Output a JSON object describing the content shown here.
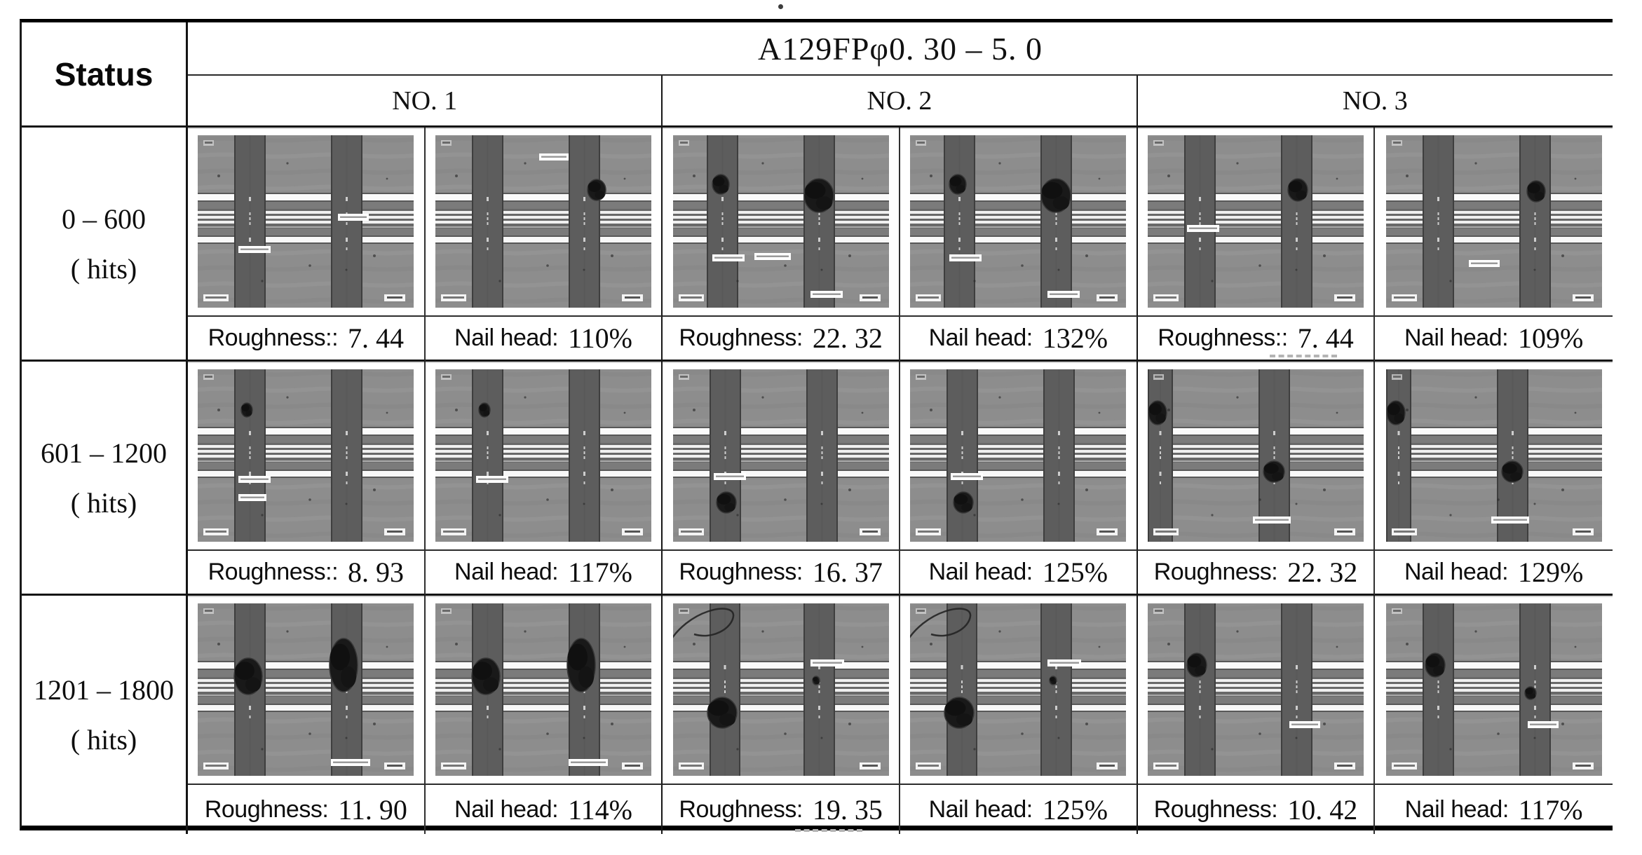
{
  "colors": {
    "ink": "#111111",
    "rule": "#141414",
    "micrograph_bg": "#8d8d8d",
    "micrograph_bar": "#5d5d5d",
    "micrograph_blob": "#191919"
  },
  "page": {
    "stray_dot": "."
  },
  "table": {
    "status_header": "Status",
    "title": "A129FPφ0. 30 – 5. 0",
    "groups": [
      {
        "label": "NO. 1"
      },
      {
        "label": "NO. 2"
      },
      {
        "label": "NO. 3"
      }
    ],
    "rows": [
      {
        "range": "0 – 600",
        "unit": "( hits)",
        "cells": [
          {
            "metric": "Roughness::",
            "value": "7. 44",
            "image": {
              "bars": [
                [
                  52,
                  45
                ],
                [
                  190,
                  45
                ]
              ],
              "blobs": [],
              "labels": [
                [
                  58,
                  158,
                  46
                ],
                [
                  200,
                  112,
                  44
                ]
              ],
              "scratch": false
            }
          },
          {
            "metric": "Nail head:",
            "value": "110%",
            "image": {
              "bars": [
                [
                  52,
                  45
                ],
                [
                  190,
                  45
                ]
              ],
              "blobs": [
                [
                  230,
                  78,
                  13,
                  15
                ]
              ],
              "labels": [
                [
                  148,
                  26,
                  42
                ]
              ],
              "scratch": false
            }
          },
          {
            "metric": "Roughness:",
            "value": "22. 32",
            "image": {
              "bars": [
                [
                  48,
                  45
                ],
                [
                  186,
                  45
                ]
              ],
              "blobs": [
                [
                  68,
                  70,
                  12,
                  14
                ],
                [
                  208,
                  86,
                  21,
                  24
                ]
              ],
              "labels": [
                [
                  56,
                  170,
                  46
                ],
                [
                  116,
                  168,
                  52
                ],
                [
                  196,
                  222,
                  46
                ]
              ],
              "scratch": false
            }
          },
          {
            "metric": "Nail head:",
            "value": "132%",
            "image": {
              "bars": [
                [
                  48,
                  45
                ],
                [
                  186,
                  45
                ]
              ],
              "blobs": [
                [
                  68,
                  70,
                  12,
                  14
                ],
                [
                  208,
                  86,
                  21,
                  24
                ]
              ],
              "labels": [
                [
                  56,
                  170,
                  46
                ],
                [
                  196,
                  222,
                  46
                ]
              ],
              "scratch": false
            }
          },
          {
            "metric": "Roughness::",
            "value": "7. 44",
            "artifact": true,
            "image": {
              "bars": [
                [
                  52,
                  45
                ],
                [
                  190,
                  45
                ]
              ],
              "blobs": [
                [
                  214,
                  78,
                  14,
                  16
                ]
              ],
              "labels": [
                [
                  56,
                  128,
                  46
                ]
              ],
              "scratch": false
            }
          },
          {
            "metric": "Nail head:",
            "value": "109%",
            "image": {
              "bars": [
                [
                  52,
                  45
                ],
                [
                  190,
                  45
                ]
              ],
              "blobs": [
                [
                  214,
                  80,
                  13,
                  15
                ]
              ],
              "labels": [
                [
                  118,
                  178,
                  44
                ]
              ],
              "scratch": false
            }
          }
        ]
      },
      {
        "range": "601 – 1200",
        "unit": "( hits)",
        "cells": [
          {
            "metric": "Roughness::",
            "value": "8. 93",
            "image": {
              "bars": [
                [
                  52,
                  45
                ],
                [
                  190,
                  45
                ]
              ],
              "blobs": [
                [
                  70,
                  58,
                  8,
                  10
                ]
              ],
              "labels": [
                [
                  58,
                  152,
                  46
                ],
                [
                  58,
                  178,
                  40
                ]
              ],
              "scratch": false
            }
          },
          {
            "metric": "Nail head:",
            "value": "117%",
            "image": {
              "bars": [
                [
                  52,
                  45
                ],
                [
                  190,
                  45
                ]
              ],
              "blobs": [
                [
                  70,
                  58,
                  8,
                  10
                ]
              ],
              "labels": [
                [
                  58,
                  152,
                  46
                ]
              ],
              "scratch": false
            }
          },
          {
            "metric": "Roughness:",
            "value": "16. 37",
            "image": {
              "bars": [
                [
                  52,
                  45
                ],
                [
                  190,
                  45
                ]
              ],
              "blobs": [
                [
                  76,
                  190,
                  14,
                  15
                ]
              ],
              "labels": [
                [
                  58,
                  148,
                  46
                ]
              ],
              "scratch": false
            }
          },
          {
            "metric": "Nail head:",
            "value": "125%",
            "image": {
              "bars": [
                [
                  52,
                  45
                ],
                [
                  190,
                  45
                ]
              ],
              "blobs": [
                [
                  76,
                  190,
                  14,
                  15
                ]
              ],
              "labels": [
                [
                  58,
                  148,
                  46
                ]
              ],
              "scratch": false
            }
          },
          {
            "metric": "Roughness:",
            "value": "22. 32",
            "image": {
              "bars": [
                [
                  0,
                  36
                ],
                [
                  158,
                  45
                ]
              ],
              "blobs": [
                [
                  14,
                  62,
                  13,
                  17
                ],
                [
                  180,
                  146,
                  15,
                  15
                ]
              ],
              "labels": [
                [
                  150,
                  210,
                  54
                ]
              ],
              "scratch": false
            }
          },
          {
            "metric": "Nail head:",
            "value": "129%",
            "image": {
              "bars": [
                [
                  0,
                  36
                ],
                [
                  158,
                  45
                ]
              ],
              "blobs": [
                [
                  14,
                  62,
                  13,
                  17
                ],
                [
                  180,
                  146,
                  15,
                  15
                ]
              ],
              "labels": [
                [
                  150,
                  210,
                  54
                ]
              ],
              "scratch": false
            }
          }
        ]
      },
      {
        "range": "1201 – 1800",
        "unit": "( hits)",
        "cells": [
          {
            "metric": "Roughness:",
            "value": "11. 90",
            "image": {
              "bars": [
                [
                  52,
                  45
                ],
                [
                  190,
                  45
                ]
              ],
              "blobs": [
                [
                  72,
                  104,
                  20,
                  26
                ],
                [
                  208,
                  88,
                  20,
                  38
                ]
              ],
              "labels": [
                [
                  190,
                  222,
                  56
                ]
              ],
              "scratch": false
            }
          },
          {
            "metric": "Nail head:",
            "value": "114%",
            "image": {
              "bars": [
                [
                  52,
                  45
                ],
                [
                  190,
                  45
                ]
              ],
              "blobs": [
                [
                  72,
                  104,
                  20,
                  26
                ],
                [
                  208,
                  88,
                  20,
                  38
                ]
              ],
              "labels": [
                [
                  190,
                  222,
                  56
                ]
              ],
              "scratch": false
            }
          },
          {
            "metric": "Roughness:",
            "value": "19. 35",
            "artifact": true,
            "image": {
              "bars": [
                [
                  52,
                  44
                ],
                [
                  186,
                  45
                ]
              ],
              "blobs": [
                [
                  70,
                  156,
                  21,
                  22
                ],
                [
                  204,
                  110,
                  5,
                  6
                ]
              ],
              "labels": [
                [
                  196,
                  80,
                  48
                ]
              ],
              "scratch": true
            }
          },
          {
            "metric": "Nail head:",
            "value": "125%",
            "image": {
              "bars": [
                [
                  52,
                  44
                ],
                [
                  186,
                  45
                ]
              ],
              "blobs": [
                [
                  70,
                  156,
                  21,
                  22
                ],
                [
                  204,
                  110,
                  5,
                  6
                ]
              ],
              "labels": [
                [
                  196,
                  80,
                  48
                ]
              ],
              "scratch": true
            }
          },
          {
            "metric": "Roughness:",
            "value": "10. 42",
            "image": {
              "bars": [
                [
                  52,
                  45
                ],
                [
                  190,
                  45
                ]
              ],
              "blobs": [
                [
                  70,
                  88,
                  14,
                  17
                ]
              ],
              "labels": [
                [
                  202,
                  168,
                  44
                ]
              ],
              "scratch": false
            }
          },
          {
            "metric": "Nail head:",
            "value": "117%",
            "image": {
              "bars": [
                [
                  52,
                  45
                ],
                [
                  190,
                  45
                ]
              ],
              "blobs": [
                [
                  70,
                  88,
                  14,
                  17
                ],
                [
                  206,
                  128,
                  8,
                  9
                ]
              ],
              "labels": [
                [
                  202,
                  168,
                  44
                ]
              ],
              "scratch": false
            }
          }
        ]
      }
    ]
  }
}
